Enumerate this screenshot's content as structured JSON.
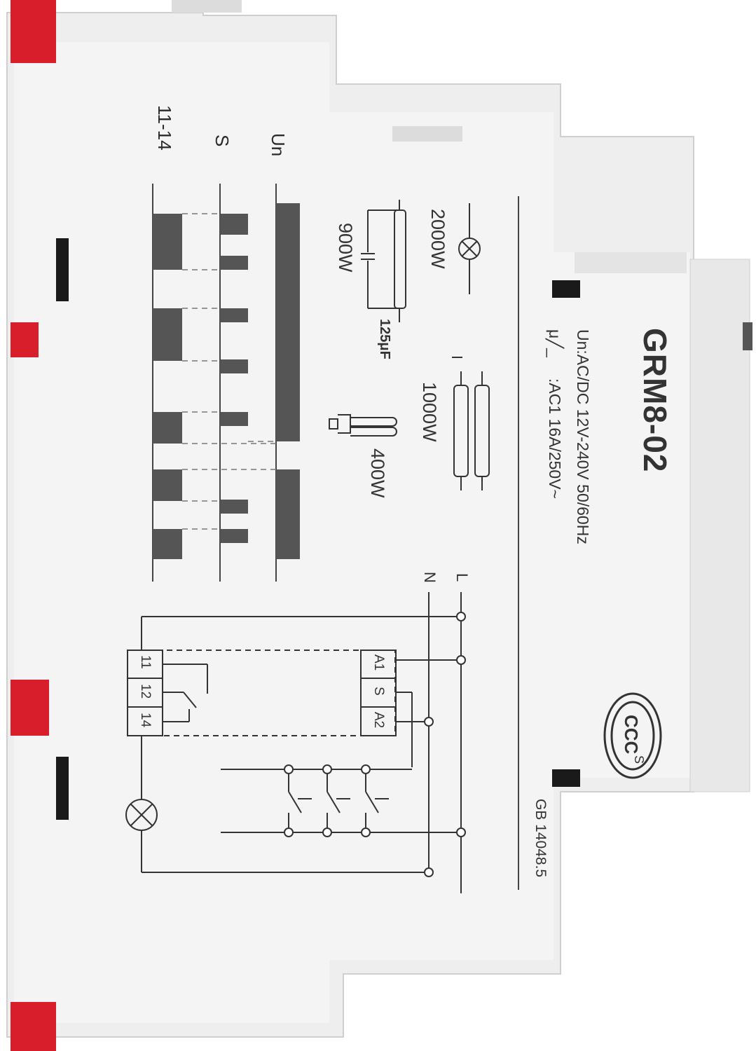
{
  "device": {
    "model": "GRM8-02",
    "spec_voltage": "Un:AC/DC 12V-240V 50/60Hz",
    "spec_contact": ":AC1 16A/250V~",
    "contact_symbol": "μ╱_",
    "standard": "GB 14048.5",
    "certification": "CCC",
    "cert_suffix": "S",
    "colors": {
      "housing": "#efefef",
      "clip": "#d81e2a",
      "print": "#3a3a3a"
    }
  },
  "timing_diagram": {
    "row_labels": [
      "Un",
      "S",
      "11-14"
    ]
  },
  "load_ratings": {
    "incandescent": "2000W",
    "fluorescent_comp": "900W",
    "capacitor": "125μF",
    "fluorescent_pair": "1000W",
    "cfl": "400W"
  },
  "wiring": {
    "line_L": "L",
    "line_N": "N",
    "terminals_left": [
      "11",
      "12",
      "14"
    ],
    "terminals_right": [
      "A1",
      "S",
      "A2"
    ]
  }
}
